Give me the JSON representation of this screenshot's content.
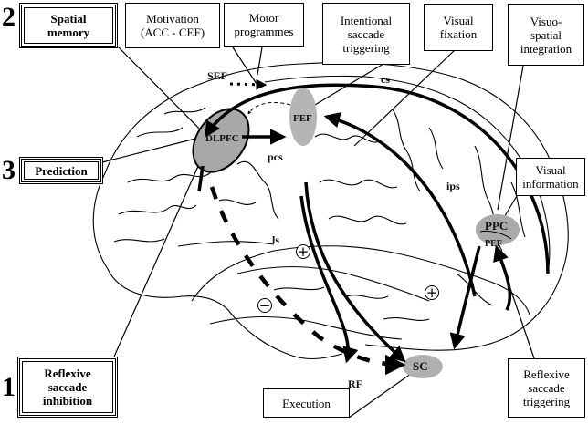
{
  "figure": {
    "numbered_boxes": [
      {
        "number": "2",
        "label": "Spatial\nmemory"
      },
      {
        "number": "3",
        "label": "Prediction"
      },
      {
        "number": "1",
        "label": "Reflexive\nsaccade\ninhibition"
      }
    ],
    "top_boxes": [
      {
        "label": "Motivation\n(ACC - CEF)"
      },
      {
        "label": "Motor\nprogrammes"
      },
      {
        "label": "Intentional\nsaccade\ntriggering"
      },
      {
        "label": "Visual\nfixation"
      },
      {
        "label": "Visuo-\nspatial\nintegration"
      }
    ],
    "side_boxes": [
      {
        "label": "Visual\ninformation"
      },
      {
        "label": "Reflexive\nsaccade\ntriggering"
      },
      {
        "label": "Execution"
      }
    ],
    "regions": {
      "dlpfc": "DLPFC",
      "fef": "FEF",
      "sef": "SEF",
      "ppc": "PPC",
      "pef": "PEF",
      "sc": "SC",
      "rf": "RF"
    },
    "sulci": {
      "cs": "cs",
      "pcs": "pcs",
      "ips": "ips",
      "ls": "ls"
    },
    "signs": {
      "plus": "+",
      "minus": "−"
    },
    "colors": {
      "region_fill": "#a8a8a8",
      "line": "#000000"
    }
  }
}
